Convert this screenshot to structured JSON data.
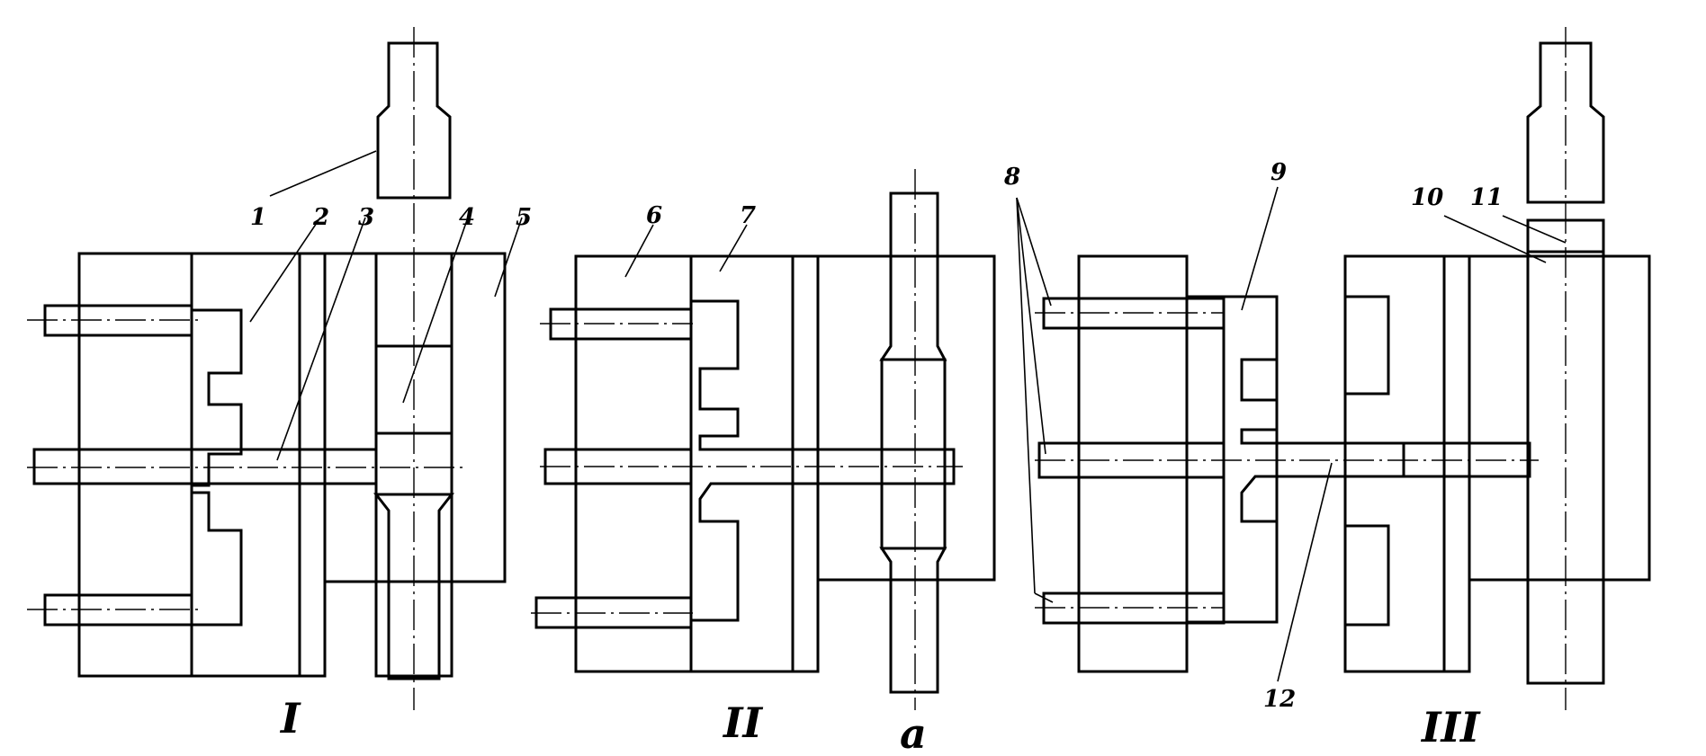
{
  "labels": {
    "l1": "1",
    "l2": "2",
    "l3": "3",
    "l4": "4",
    "l5": "5",
    "l6": "6",
    "l7": "7",
    "l8": "8",
    "l9": "9",
    "l10": "10",
    "l11": "11",
    "l12": "12"
  },
  "stages": {
    "s1": "I",
    "s2": "II",
    "sa": "a",
    "s3": "III"
  }
}
